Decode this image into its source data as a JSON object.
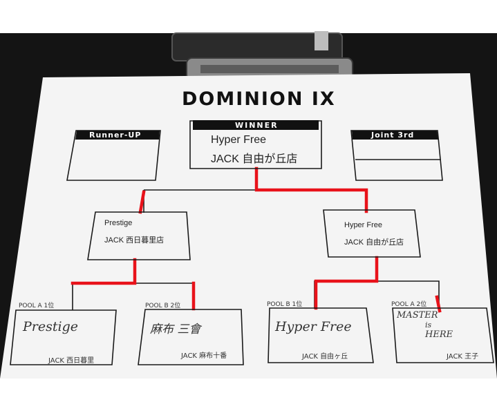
{
  "title": "DOMINION IX",
  "winner": {
    "header": "WINNER",
    "line1": "Hyper Free",
    "line2": "JACK 自由が丘店"
  },
  "runner_up": {
    "header": "Runner-UP"
  },
  "joint_third": {
    "header": "Joint 3rd"
  },
  "semifinal_left": {
    "line1": "Prestige",
    "line2": "JACK 西日暮里店"
  },
  "semifinal_right": {
    "line1": "Hyper Free",
    "line2": "JACK 自由が丘店"
  },
  "entrants": [
    {
      "pool": "POOL A 1位",
      "team": "Prestige",
      "shop": "JACK 西日暮里"
    },
    {
      "pool": "POOL B 2位",
      "team": "麻布 三會",
      "shop": "JACK 麻布十番"
    },
    {
      "pool": "POOL B 1位",
      "team": "Hyper Free",
      "shop": "JACK 自由ヶ丘"
    },
    {
      "pool": "POOL A 2位",
      "team_line1": "MASTER",
      "team_line2": "is",
      "team_line3": "HERE",
      "shop": "JACK 王子"
    }
  ],
  "colors": {
    "advance_line": "#e8121a",
    "paper": "#f4f4f4",
    "board": "#1a1a1a",
    "frame": "#2a2a2a"
  },
  "icons": [
    "binder-clip-icon"
  ]
}
